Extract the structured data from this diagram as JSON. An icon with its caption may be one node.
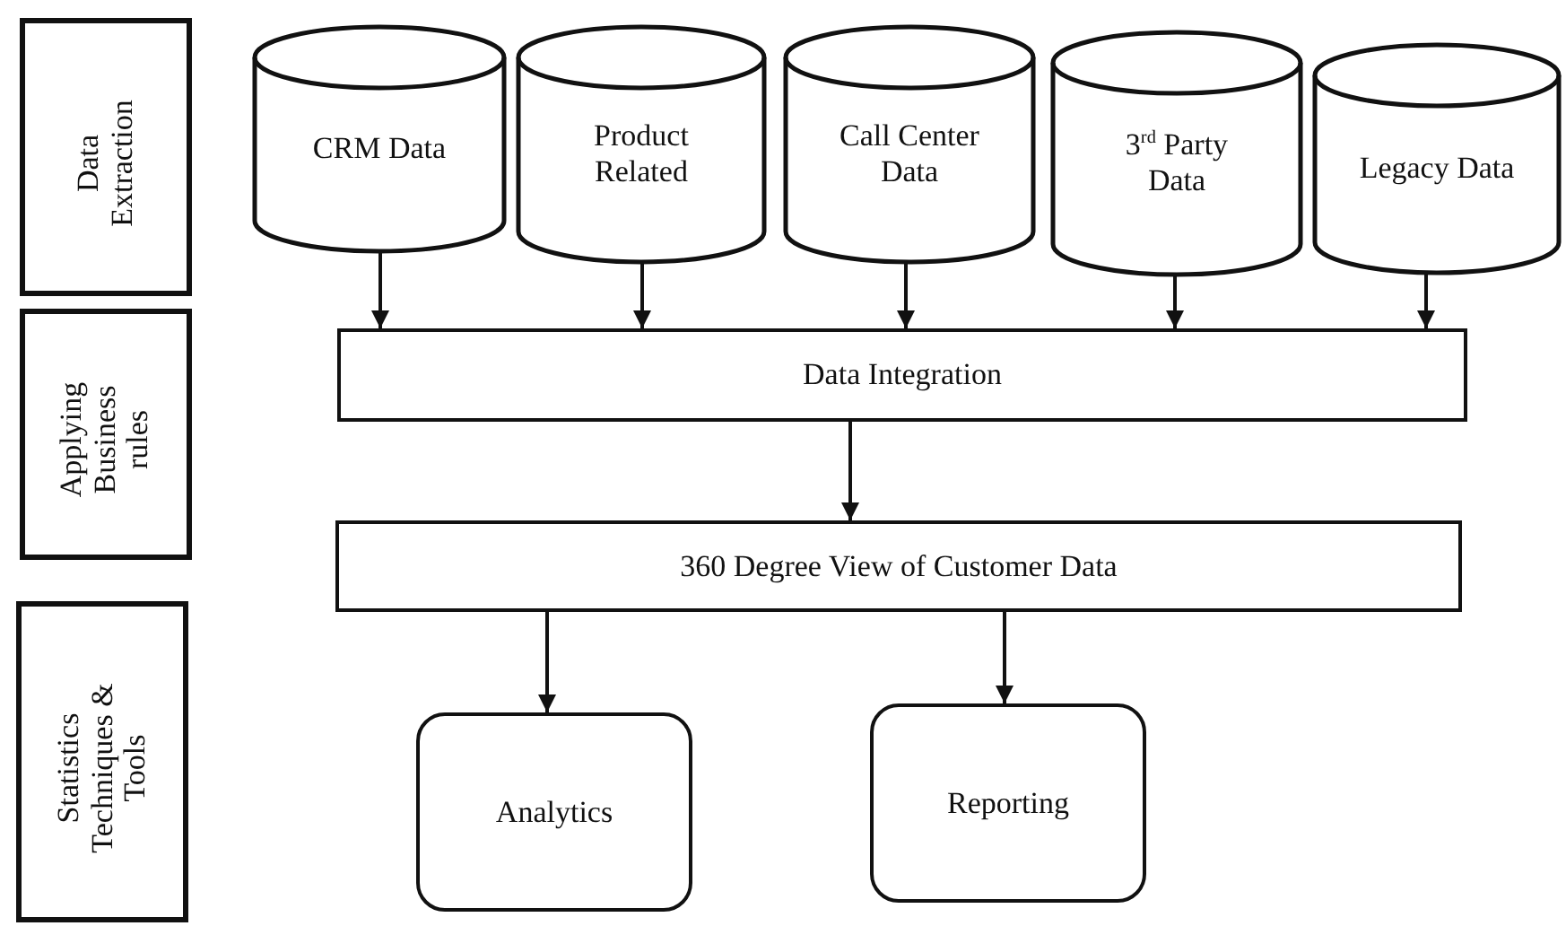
{
  "diagram": {
    "nodes": [
      {
        "text": [
          "Data Extraction"
        ]
      },
      {
        "text": [
          "Applying Business rules"
        ]
      },
      {
        "text": [
          "Statistics Techniques & Tools"
        ]
      },
      {
        "text": [
          "CRM Data"
        ]
      },
      {
        "text": [
          "Product Related"
        ]
      },
      {
        "text": [
          "Call Center Data"
        ]
      },
      {
        "text": [
          "3$^{rd}$ Party Data"
        ]
      },
      {
        "text": [
          "Legacy Data"
        ]
      },
      {
        "text": [
          "Data Integration"
        ]
      },
      {
        "text": [
          "360 Degree View of Customer Data"
        ]
      },
      {
        "text": [
          "Analytics"
        ]
      },
      {
        "text": [
          "Reporting"
        ]
      }
    ],
    "edges": [
      {
        "from": 3,
        "to": 8,
        "arrow": "to"
      },
      {
        "from": 4,
        "to": 8,
        "arrow": "to"
      },
      {
        "from": 5,
        "to": 8,
        "arrow": "to"
      },
      {
        "from": 6,
        "to": 8,
        "arrow": "to"
      },
      {
        "from": 7,
        "to": 8,
        "arrow": "to"
      },
      {
        "from": 8,
        "to": 9,
        "arrow": "to"
      },
      {
        "from": 9,
        "to": 10,
        "arrow": "to"
      },
      {
        "from": 9,
        "to": 11,
        "arrow": "to"
      }
    ]
  }
}
